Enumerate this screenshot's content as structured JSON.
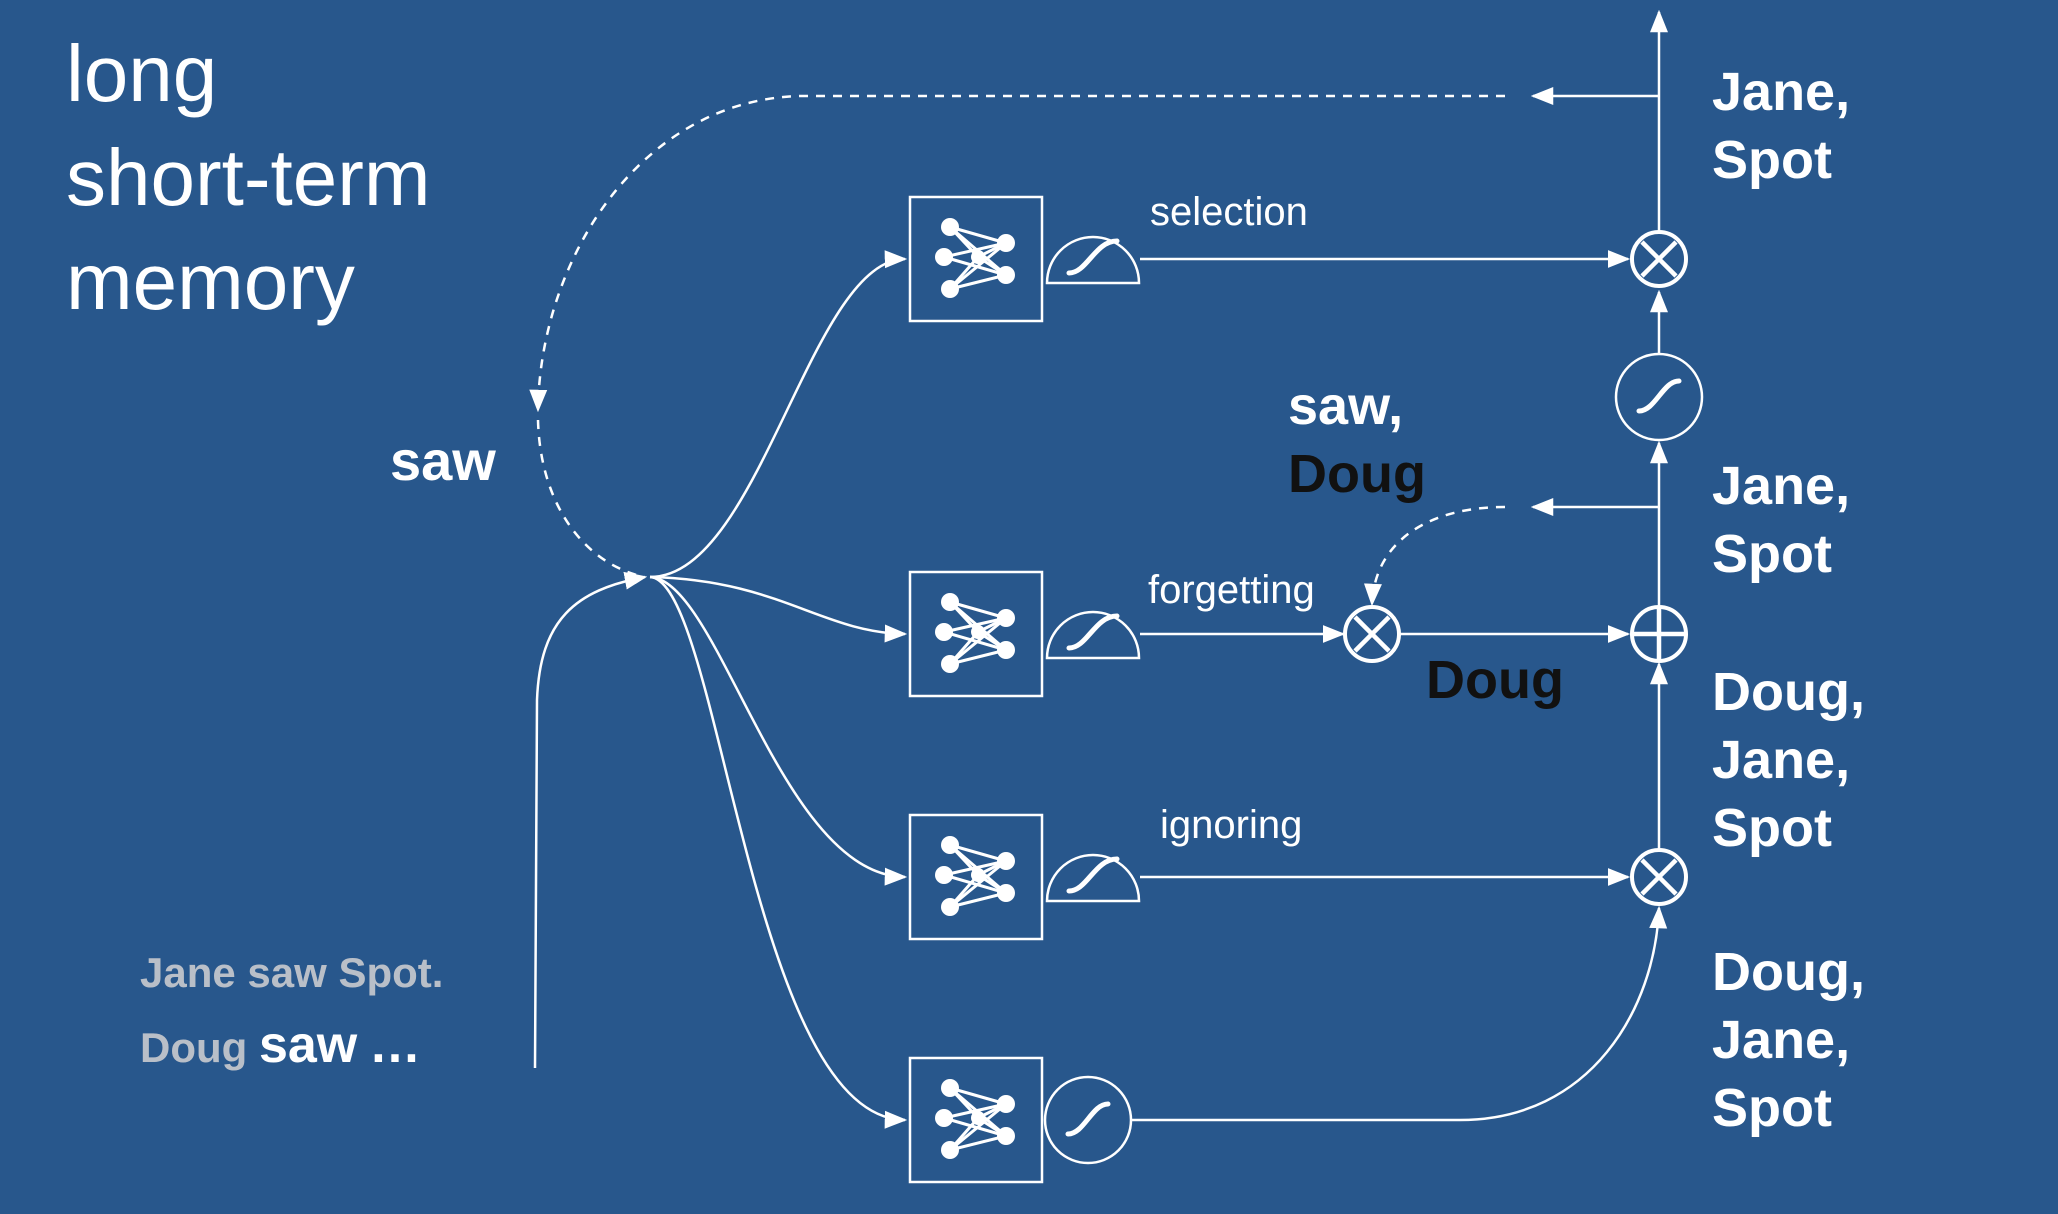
{
  "title": {
    "line1": "long",
    "line2": "short-term",
    "line3": "memory"
  },
  "input_word": "saw",
  "gates": {
    "selection": "selection",
    "forgetting": "forgetting",
    "ignoring": "ignoring"
  },
  "predictions": {
    "top": [
      "saw,",
      "Doug"
    ],
    "forget_path": "Doug"
  },
  "memory_labels": {
    "top": [
      "Jane,",
      "Spot"
    ],
    "middle": [
      "Jane,",
      "Spot"
    ],
    "sum": [
      "Doug,",
      "Jane,",
      "Spot"
    ],
    "bottom": [
      "Doug,",
      "Jane,",
      "Spot"
    ]
  },
  "sentence": {
    "line1": "Jane saw Spot.",
    "line2_prefix": "Doug",
    "line2_word": "saw",
    "line2_suffix": "…"
  },
  "colors": {
    "background": "#28578c",
    "lines": "#ffffff",
    "dim_text": "#b9bfc8",
    "dark_text": "#111111"
  },
  "icons": [
    "neural-network-icon",
    "squash-function-icon",
    "multiply-icon",
    "add-icon"
  ]
}
